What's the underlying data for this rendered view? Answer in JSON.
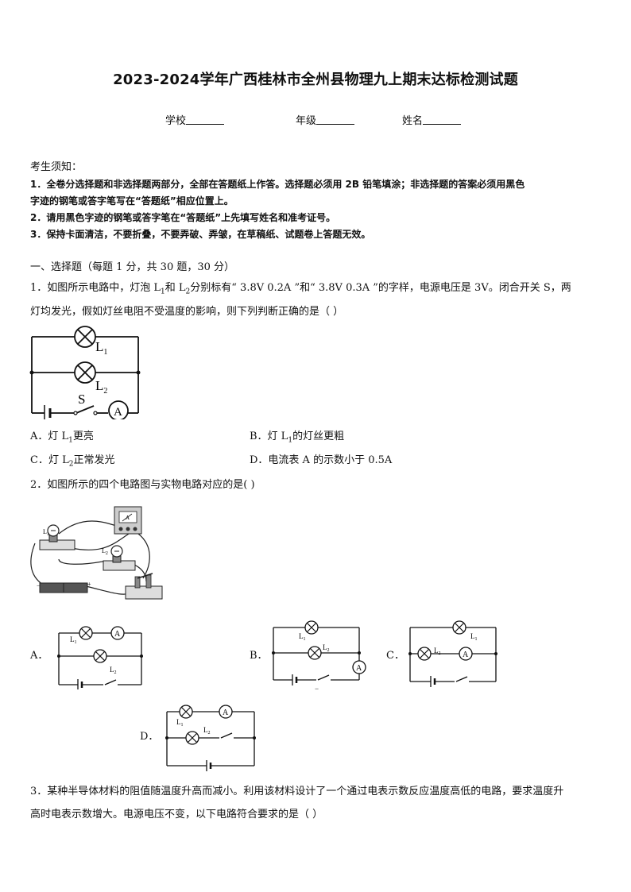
{
  "title": "2023-2024学年广西桂林市全州县物理九上期末达标检测试题",
  "fill_in": {
    "school": "学校",
    "grade": "年级",
    "name": "姓名"
  },
  "notice": {
    "header": "考生须知：",
    "item1a": "1．全卷分选择题和非选择题两部分，全部在答题纸上作答。选择题必须用 2B 铅笔填涂；非选择题的答案必须用黑色",
    "item1b": "字迹的钢笔或答字笔写在“答题纸”相应位置上。",
    "item2": "2．请用黑色字迹的钢笔或答字笔在“答题纸”上先填写姓名和准考证号。",
    "item3": "3．保持卡面清洁，不要折叠，不要弄破、弄皱，在草稿纸、试题卷上答题无效。"
  },
  "section1": "一、选择题（每题 1 分，共 30 题，30 分）",
  "q1": {
    "line1_a": "1．如图所示电路中，灯泡 L",
    "line1_b": "和 L",
    "line1_c": "分别标有“ 3.8V   0.2A ”和“ 3.8V   0.3A ”的字样，电源电压是 3V。闭合开关 S，两",
    "line2": "灯均发光，假如灯丝电阻不受温度的影响，则下列判断正确的是（        ）",
    "sub1": "1",
    "sub2": "2",
    "opt_a_pre": "A．灯 L",
    "opt_a_sub": "1",
    "opt_a_post": "更亮",
    "opt_b_pre": "B．灯 L",
    "opt_b_sub": "1",
    "opt_b_post": "的灯丝更粗",
    "opt_c_pre": "C．灯 L",
    "opt_c_sub": "2",
    "opt_c_post": "正常发光",
    "opt_d": "D．电流表 A 的示数小于 0.5A",
    "fig": {
      "l1": "L",
      "l2": "L",
      "s": "S",
      "a": "A"
    }
  },
  "q2": {
    "stem": "2．如图所示的四个电路图与实物电路对应的是(        )",
    "opt_a": "A．",
    "opt_b": "B．",
    "opt_c": "C．",
    "opt_d": "D．",
    "fig": {
      "l": "L",
      "a": "A",
      "plus": "+",
      "minus": "−"
    }
  },
  "q3": {
    "line1": "3．某种半导体材料的阻值随温度升高而减小。利用该材料设计了一个通过电表示数反应温度高低的电路，要求温度升",
    "line2": "高时电表示数增大。电源电压不变，以下电路符合要求的是（        ）"
  }
}
